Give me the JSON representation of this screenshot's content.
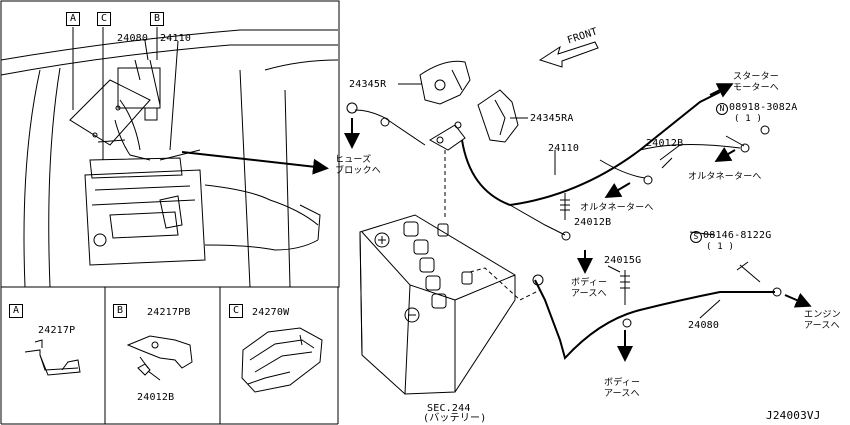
{
  "diagram": {
    "code": "J24003VJ",
    "front_label": "FRONT",
    "inset": {
      "callouts": [
        "A",
        "C",
        "B"
      ],
      "parts": [
        "24080",
        "24110"
      ]
    },
    "details": [
      {
        "letter": "A",
        "part": "24217P"
      },
      {
        "letter": "B",
        "part": "24217PB",
        "sub_part": "24012B"
      },
      {
        "letter": "C",
        "part": "24270W"
      }
    ],
    "parts": {
      "p24345R": "24345R",
      "p24345RA": "24345RA",
      "p24110": "24110",
      "p24012B_top": "24012B",
      "p24012B_mid": "24012B",
      "p24015G": "24015G",
      "p24080": "24080",
      "bolt_n": {
        "symbol": "N",
        "number": "08918-3082A",
        "qty": "( 1 )"
      },
      "bolt_s": {
        "symbol": "S",
        "number": "08146-8122G",
        "qty": "( 1 )"
      },
      "battery": {
        "ref": "SEC.244",
        "name": "(バッテリー)"
      }
    },
    "destinations": {
      "starter_1": "スターター",
      "starter_2": "モーターへ",
      "fuse_1": "ヒューズ",
      "fuse_2": "ブロックへ",
      "alt_upper": "オルタネーターへ",
      "alt_lower": "オルタネーターへ",
      "body_upper_1": "ボディー",
      "body_upper_2": "アースへ",
      "body_lower_1": "ボディー",
      "body_lower_2": "アースへ",
      "engine_1": "エンジン",
      "engine_2": "アースへ"
    }
  }
}
